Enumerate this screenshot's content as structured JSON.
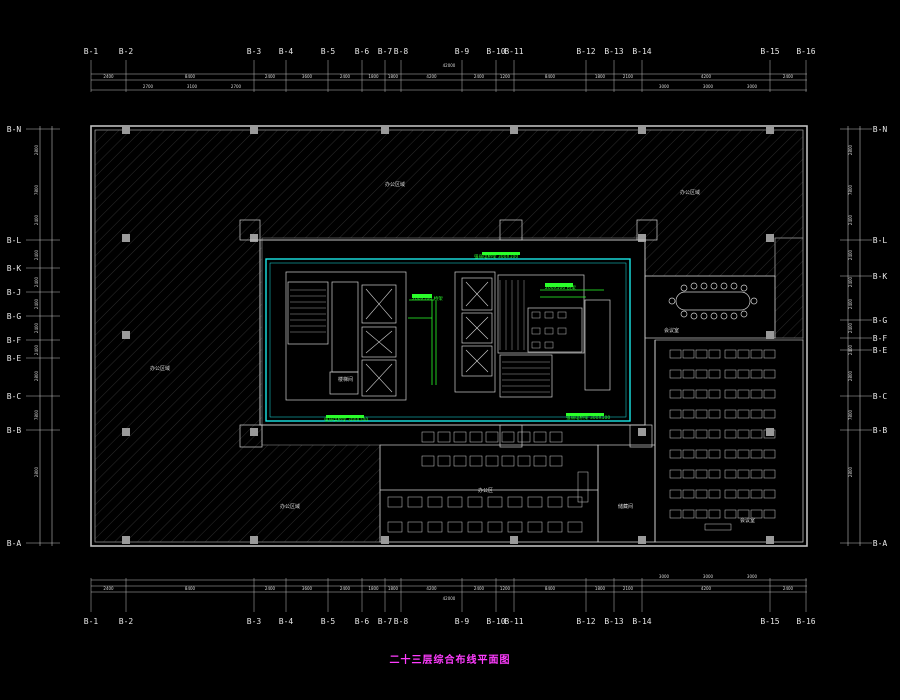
{
  "drawing": {
    "title": "二十三层综合布线平面图",
    "title_color": "#ff3cff",
    "background": "#000000",
    "line_color": "#d9d9d9",
    "wall_color": "#bfbfbf",
    "cyan_color": "#19e6e6",
    "green_color": "#2aff2a"
  },
  "grid_top": [
    "B-1",
    "B-2",
    "B-3",
    "B-4",
    "B-5",
    "B-6",
    "B-7",
    "B-8",
    "B-9",
    "B-10",
    "B-11",
    "B-12",
    "B-13",
    "B-14",
    "B-15",
    "B-16"
  ],
  "grid_bottom": [
    "B-1",
    "B-2",
    "B-3",
    "B-4",
    "B-5",
    "B-6",
    "B-7",
    "B-8",
    "B-9",
    "B-10",
    "B-11",
    "B-12",
    "B-13",
    "B-14",
    "B-15",
    "B-16"
  ],
  "grid_left": [
    "B-N",
    "B-L",
    "B-K",
    "B-J",
    "B-G",
    "B-F",
    "B-E",
    "B-C",
    "B-B",
    "B-A"
  ],
  "grid_right": [
    "B-N",
    "B-L",
    "B-K",
    "B-G",
    "B-F",
    "B-E",
    "B-C",
    "B-B",
    "B-A"
  ],
  "dims_top_row1": [
    "2400",
    "8400",
    "2400",
    "3600",
    "2400",
    "1800",
    "1800",
    "4200",
    "2400",
    "1200",
    "8400",
    "1800",
    "2100",
    "4200",
    "2400"
  ],
  "dims_top_row2": [
    "2700",
    "3100",
    "2700",
    "3000",
    "3000",
    "3000"
  ],
  "dims_total": "42000",
  "dims_left": [
    "2800",
    "7800",
    "2400",
    "2400",
    "2400",
    "2400",
    "2400",
    "2400",
    "2800",
    "7800",
    "2800"
  ],
  "dims_right": [
    "2800",
    "7800",
    "2400",
    "2400",
    "2400",
    "2400",
    "2400",
    "2400",
    "2800",
    "7800",
    "2800"
  ],
  "rooms": {
    "office_nw": "办公区域",
    "office_ne": "办公区域",
    "office_w": "办公区域",
    "office_sw": "办公区域",
    "meeting_room": "会议室",
    "training_room": "会议室",
    "open_office": "办公区",
    "storage": "储藏间",
    "stairs": "楼梯间"
  },
  "green_labels": {
    "top_tray": "强弱电桥架 300X100",
    "vertical_tray": "200X100 桥架",
    "right_tray": "200X100 桥架",
    "bottom_left_tray": "强弱电桥架 300X100",
    "bottom_right_tray": "强弱电桥架 300X100"
  }
}
